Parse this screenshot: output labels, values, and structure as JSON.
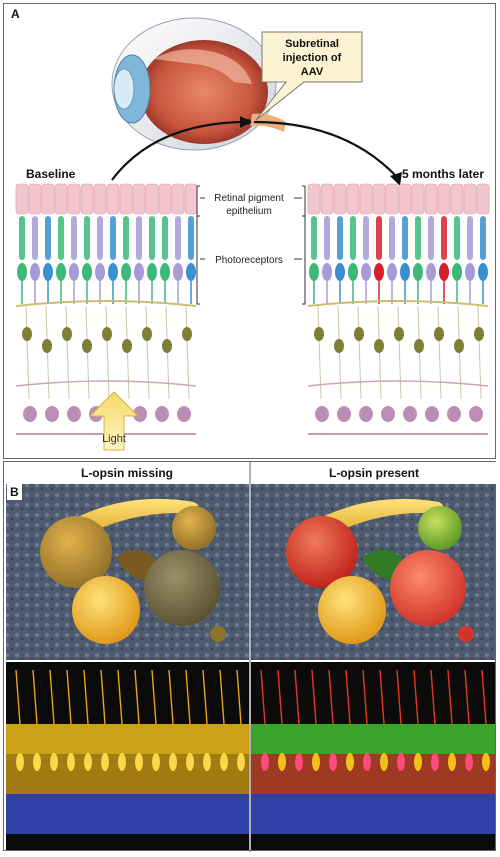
{
  "panel_a": {
    "label": "A",
    "callout": [
      "Subretinal",
      "injection of",
      "AAV"
    ],
    "baseline_label": "Baseline",
    "later_label": "5 months later",
    "rpe_label": [
      "Retinal pigment",
      "epithelium"
    ],
    "photoreceptors_label": "Photoreceptors",
    "light_label": "Light"
  },
  "panel_b": {
    "label": "B",
    "left_header": "L-opsin missing",
    "right_header": "L-opsin present"
  },
  "colors": {
    "rpe": "#f3c6cf",
    "s_cone": "#3a8fd0",
    "m_cone": "#3cb878",
    "l_cone": "#d2232a",
    "rod": "#a79ad6",
    "bipolar": "#7c7f34",
    "ganglion": "#b07aa8"
  }
}
